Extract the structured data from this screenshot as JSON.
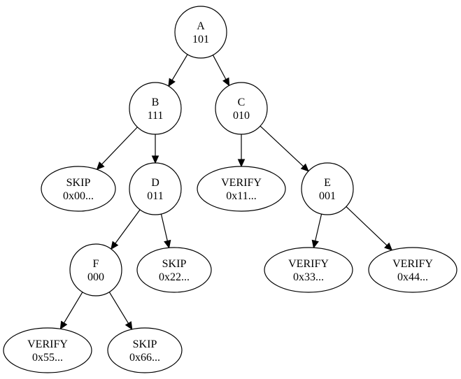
{
  "diagram": {
    "nodes": [
      {
        "id": "A",
        "shape": "circle",
        "line1": "A",
        "line2": "101"
      },
      {
        "id": "B",
        "shape": "circle",
        "line1": "B",
        "line2": "111"
      },
      {
        "id": "C",
        "shape": "circle",
        "line1": "C",
        "line2": "010"
      },
      {
        "id": "S1",
        "shape": "ellipse",
        "line1": "SKIP",
        "line2": "0x00..."
      },
      {
        "id": "D",
        "shape": "circle",
        "line1": "D",
        "line2": "011"
      },
      {
        "id": "V1",
        "shape": "ellipse",
        "line1": "VERIFY",
        "line2": "0x11..."
      },
      {
        "id": "E",
        "shape": "circle",
        "line1": "E",
        "line2": "001"
      },
      {
        "id": "F",
        "shape": "circle",
        "line1": "F",
        "line2": "000"
      },
      {
        "id": "S2",
        "shape": "ellipse",
        "line1": "SKIP",
        "line2": "0x22..."
      },
      {
        "id": "V3",
        "shape": "ellipse",
        "line1": "VERIFY",
        "line2": "0x33..."
      },
      {
        "id": "V4",
        "shape": "ellipse",
        "line1": "VERIFY",
        "line2": "0x44..."
      },
      {
        "id": "V5",
        "shape": "ellipse",
        "line1": "VERIFY",
        "line2": "0x55..."
      },
      {
        "id": "S6",
        "shape": "ellipse",
        "line1": "SKIP",
        "line2": "0x66..."
      }
    ],
    "edges": [
      {
        "from": "A",
        "to": "B"
      },
      {
        "from": "A",
        "to": "C"
      },
      {
        "from": "B",
        "to": "S1"
      },
      {
        "from": "B",
        "to": "D"
      },
      {
        "from": "C",
        "to": "V1"
      },
      {
        "from": "C",
        "to": "E"
      },
      {
        "from": "D",
        "to": "F"
      },
      {
        "from": "D",
        "to": "S2"
      },
      {
        "from": "E",
        "to": "V3"
      },
      {
        "from": "E",
        "to": "V4"
      },
      {
        "from": "F",
        "to": "V5"
      },
      {
        "from": "F",
        "to": "S6"
      }
    ]
  }
}
